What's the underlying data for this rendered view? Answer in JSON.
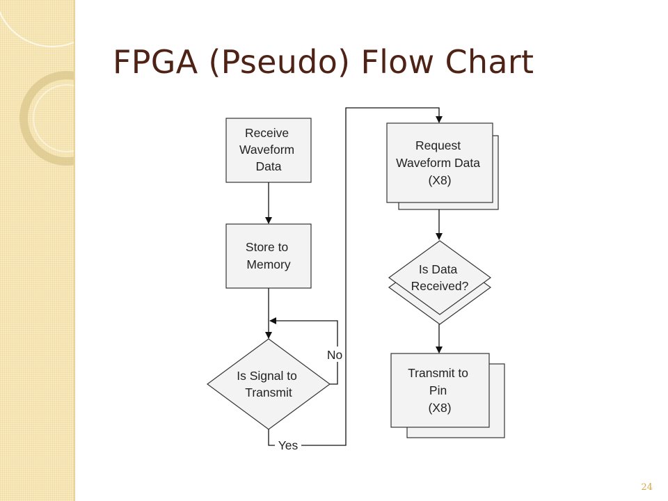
{
  "slide": {
    "title": "FPGA (Pseudo) Flow Chart",
    "page_number": "24"
  },
  "flowchart": {
    "nodes": {
      "receive": {
        "lines": [
          "Receive",
          "Waveform",
          "Data"
        ]
      },
      "store": {
        "lines": [
          "Store to",
          "Memory"
        ]
      },
      "signal_decision": {
        "lines": [
          "Is Signal to",
          "Transmit"
        ]
      },
      "request": {
        "lines": [
          "Request",
          "Waveform Data",
          "(X8)"
        ]
      },
      "received_decision": {
        "lines": [
          "Is Data",
          "Received?"
        ]
      },
      "transmit": {
        "lines": [
          "Transmit to",
          "Pin",
          "(X8)"
        ]
      }
    },
    "connector_labels": {
      "no": "No",
      "yes": "Yes"
    }
  },
  "colors": {
    "title": "#4f2216",
    "page_number": "#d8a64b",
    "side_band": "#f6e5b2",
    "shape_fill": "#f3f3f3",
    "shape_stroke": "#333333"
  }
}
